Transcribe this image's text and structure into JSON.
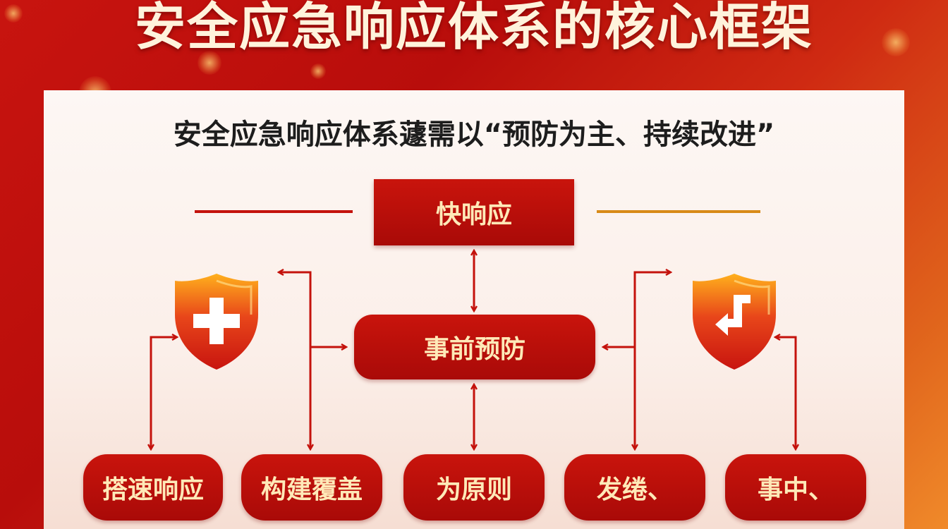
{
  "title": "安全应急响应体系的核心框架",
  "subtitle": "安全应急响应体系蘧需以“预防为主、持续改进”",
  "top_box": {
    "label": "快响应"
  },
  "center_box": {
    "label": "事前预防"
  },
  "bottom_boxes": [
    {
      "label": "搭速响应"
    },
    {
      "label": "构建覆盖"
    },
    {
      "label": "为原则"
    },
    {
      "label": "发绻、"
    },
    {
      "label": "事中、"
    }
  ],
  "icons": {
    "left_shield": "shield-plus-icon",
    "right_shield": "shield-return-arrow-icon"
  },
  "colors": {
    "background_red": "#c8140f",
    "box_red": "#b80e0a",
    "box_text": "#ffe9b8",
    "line_left": "#c4120c",
    "line_right": "#d88a18",
    "arrow": "#c4120c"
  }
}
